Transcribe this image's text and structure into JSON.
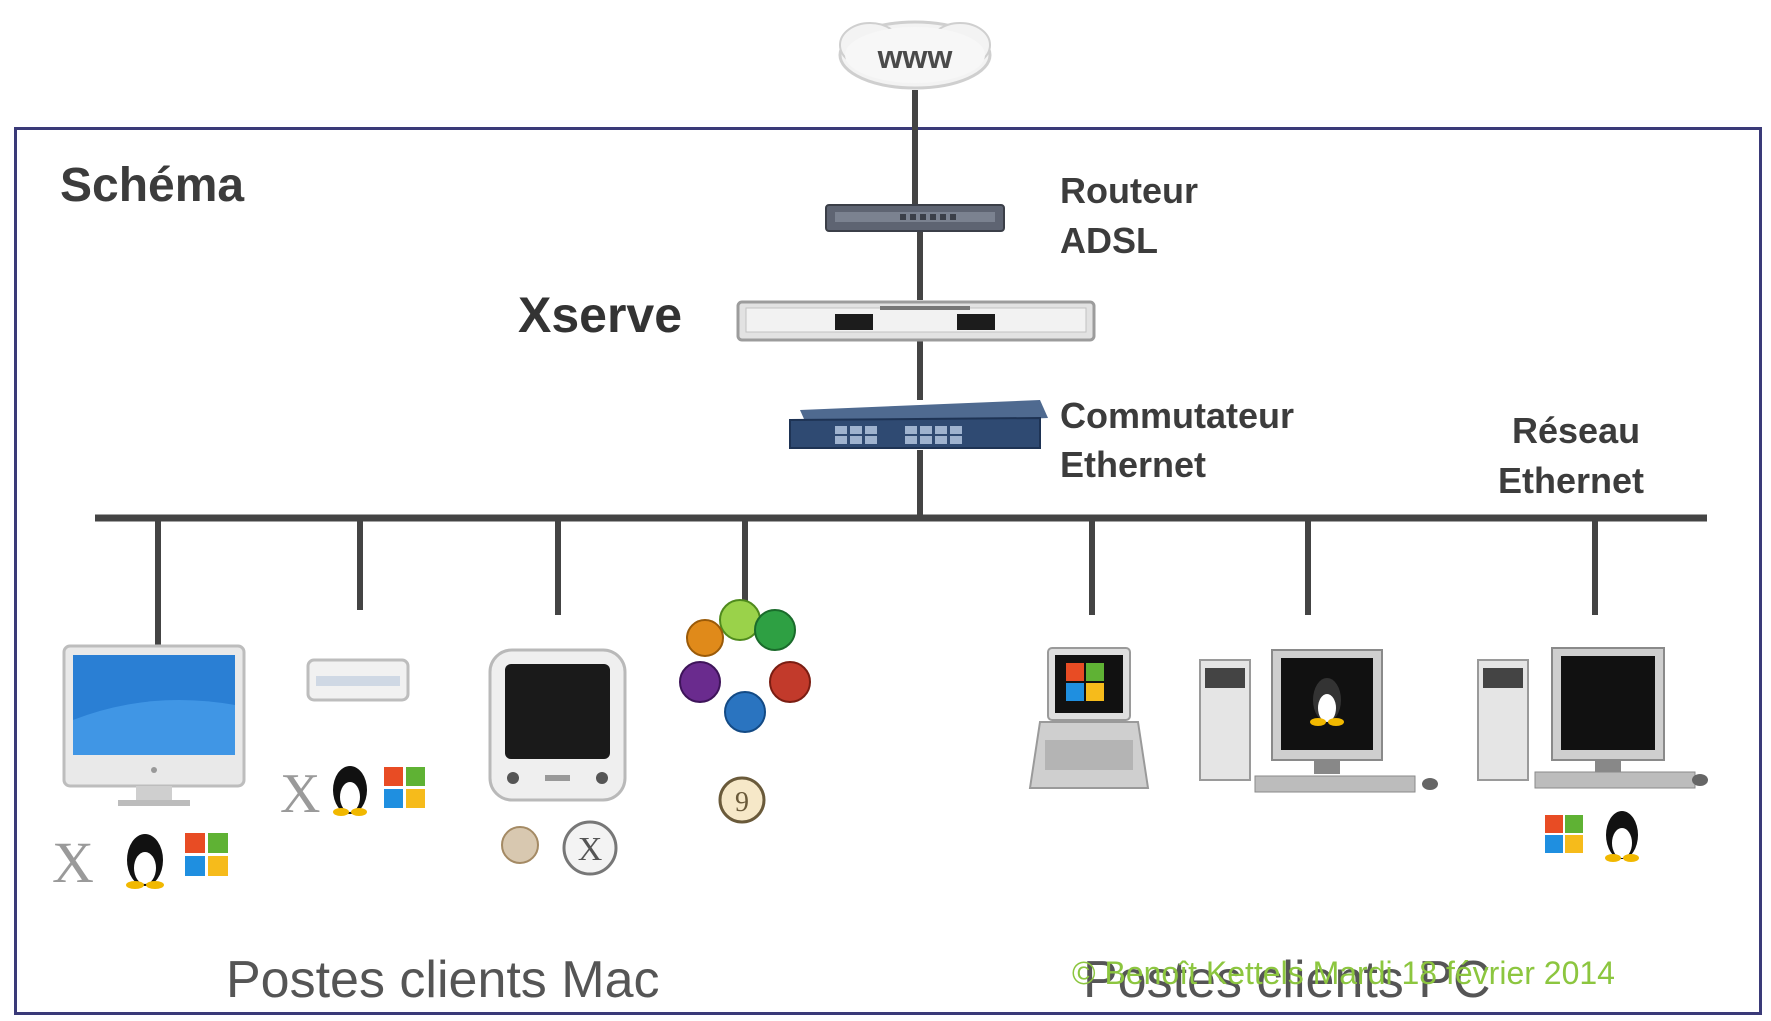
{
  "diagram": {
    "cloud_label": "www",
    "title": "Schéma",
    "router_label_line1": "Routeur",
    "router_label_line2": "ADSL",
    "server_label": "Xserve",
    "switch_label_line1": "Commutateur",
    "switch_label_line2": "Ethernet",
    "network_label_line1": "Réseau",
    "network_label_line2": "Ethernet",
    "mac_clients_label": "Postes clients Mac",
    "pc_clients_label": "Postes clients PC",
    "copyright": "© Benoît Kettels Mardi 18 février 2014"
  },
  "colors": {
    "frame": "#3a3a78",
    "lines": "#444444",
    "label_text": "#3c3c3c",
    "copyright_text": "#8cc63f",
    "screen_blue": "#2a7fd4"
  },
  "icons": [
    "cloud-icon",
    "router-icon",
    "xserve-icon",
    "switch-icon",
    "imac-icon",
    "mac-mini-icon",
    "emac-icon",
    "ilife-icon",
    "laptop-icon",
    "linux-pc-icon",
    "windows-pc-icon",
    "mac-os-x-logo-icon",
    "tux-icon",
    "windows-logo-icon"
  ]
}
